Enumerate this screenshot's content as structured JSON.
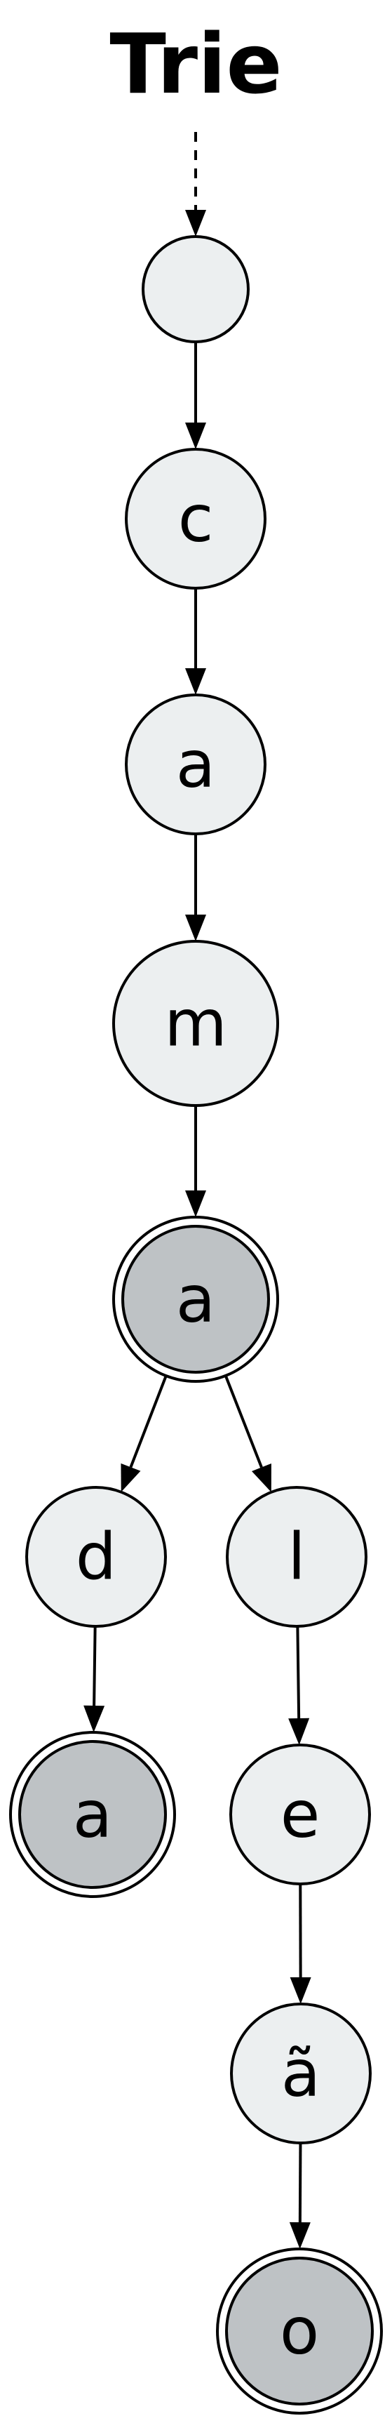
{
  "diagram": {
    "title": "Trie",
    "colors": {
      "node_fill": "#eceff0",
      "terminal_fill": "#bec2c5",
      "stroke": "#000000"
    },
    "nodes": [
      {
        "id": "root",
        "label": "",
        "terminal": false
      },
      {
        "id": "c",
        "label": "c",
        "terminal": false
      },
      {
        "id": "ca",
        "label": "a",
        "terminal": false
      },
      {
        "id": "cam",
        "label": "m",
        "terminal": false
      },
      {
        "id": "cama",
        "label": "a",
        "terminal": true
      },
      {
        "id": "camad",
        "label": "d",
        "terminal": false
      },
      {
        "id": "camada",
        "label": "a",
        "terminal": true
      },
      {
        "id": "camal",
        "label": "l",
        "terminal": false
      },
      {
        "id": "camale",
        "label": "e",
        "terminal": false
      },
      {
        "id": "camalea",
        "label": "ã",
        "terminal": false
      },
      {
        "id": "camaleao",
        "label": "o",
        "terminal": true
      }
    ],
    "edges": [
      {
        "from": "root",
        "to": "c"
      },
      {
        "from": "c",
        "to": "ca"
      },
      {
        "from": "ca",
        "to": "cam"
      },
      {
        "from": "cam",
        "to": "cama"
      },
      {
        "from": "cama",
        "to": "camad"
      },
      {
        "from": "cama",
        "to": "camal"
      },
      {
        "from": "camad",
        "to": "camada"
      },
      {
        "from": "camal",
        "to": "camale"
      },
      {
        "from": "camale",
        "to": "camalea"
      },
      {
        "from": "camalea",
        "to": "camaleao"
      }
    ]
  }
}
